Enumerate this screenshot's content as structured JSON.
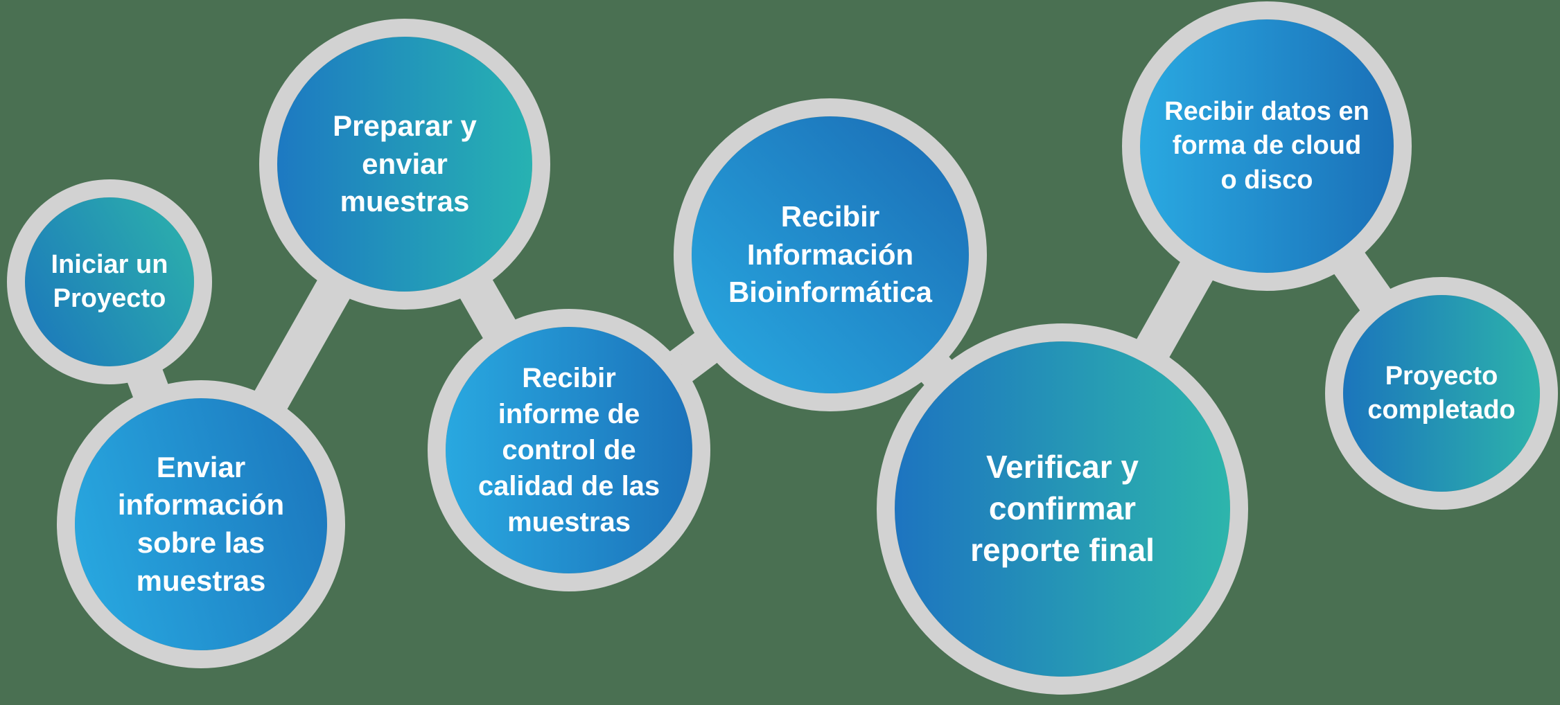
{
  "diagram": {
    "type": "process-flow",
    "language": "es",
    "step_count": 8
  },
  "colors": {
    "background": "#4a7052",
    "ring": "#d2d2d2",
    "text": "#ffffff",
    "light_blue": "#29abe2",
    "dark_blue": "#1b75bc",
    "teal": "#2db3ab"
  },
  "steps": [
    {
      "id": 1,
      "label": "Iniciar un\nProyecto",
      "gradient": {
        "angle": 60,
        "from": "#1b75bc",
        "to": "#2db3ab"
      }
    },
    {
      "id": 2,
      "label": "Enviar\ninformación\nsobre las\nmuestras",
      "gradient": {
        "angle": 75,
        "from": "#29abe2",
        "to": "#1b75bc"
      }
    },
    {
      "id": 3,
      "label": "Preparar y\nenviar\nmuestras",
      "gradient": {
        "angle": 90,
        "from": "#1d79c2",
        "to": "#27b2b2"
      }
    },
    {
      "id": 4,
      "label": "Recibir\ninforme de\ncontrol de\ncalidad de las\nmuestras",
      "gradient": {
        "angle": 90,
        "from": "#29a8e0",
        "to": "#1b72ba"
      }
    },
    {
      "id": 5,
      "label": "Recibir\nInformación\nBioinformática",
      "gradient": {
        "angle": 45,
        "from": "#29abe2",
        "to": "#1a6bb4"
      }
    },
    {
      "id": 6,
      "label": "Verificar y\nconfirmar\nreporte final",
      "gradient": {
        "angle": 90,
        "from": "#1d74c0",
        "to": "#2db5ac"
      }
    },
    {
      "id": 7,
      "label": "Recibir datos en\nforma de cloud\no disco",
      "gradient": {
        "angle": 90,
        "from": "#2aa9e1",
        "to": "#1a70b8"
      }
    },
    {
      "id": 8,
      "label": "Proyecto\ncompletado",
      "gradient": {
        "angle": 90,
        "from": "#1b75bc",
        "to": "#2db3ab"
      }
    }
  ],
  "connections": [
    [
      1,
      2
    ],
    [
      2,
      3
    ],
    [
      3,
      4
    ],
    [
      4,
      5
    ],
    [
      5,
      6
    ],
    [
      6,
      7
    ],
    [
      7,
      8
    ]
  ]
}
